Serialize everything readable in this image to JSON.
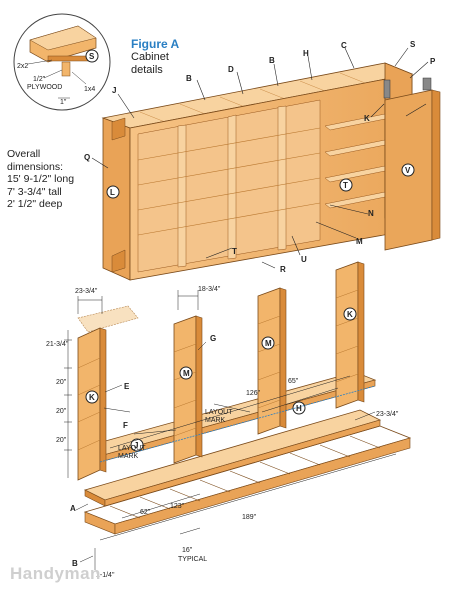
{
  "figure": {
    "title": "Figure A",
    "subtitle_line1": "Cabinet",
    "subtitle_line2": "details"
  },
  "overall": {
    "line1": "Overall",
    "line2": "dimensions:",
    "line3": "15' 9-1/2\" long",
    "line4": "7' 3-3/4\" tall",
    "line5": "2' 1/2\" deep"
  },
  "inset": {
    "label_2x2": "2x2",
    "label_plywood_a": "1/2\"",
    "label_plywood_b": "PLYWOOD",
    "label_1x4": "1x4",
    "label_1in": "1\"",
    "part": "S"
  },
  "parts": {
    "a": "A",
    "b": "B",
    "c": "C",
    "d": "D",
    "e": "E",
    "f": "F",
    "g": "G",
    "h": "H",
    "j": "J",
    "k": "K",
    "l": "L",
    "m": "M",
    "n": "N",
    "p": "P",
    "q": "Q",
    "r": "R",
    "s": "S",
    "t": "T",
    "u": "U",
    "v": "V"
  },
  "dims": {
    "d23_34_top": "23-3/4\"",
    "d18_34": "18-3/4\"",
    "d21_34": "21-3/4\"",
    "d20_a": "20\"",
    "d20_b": "20\"",
    "d20_c": "20\"",
    "d126": "126\"",
    "d65": "65\"",
    "d23_34_right": "23-3/4\"",
    "d189": "189\"",
    "d62": "62\"",
    "d123": "123\"",
    "d16": "16\"",
    "typical": "TYPICAL",
    "d1_14": "1-1/4\"",
    "layout_mark_1a": "LAYOUT",
    "layout_mark_1b": "MARK",
    "layout_mark_2a": "LAYOUT",
    "layout_mark_2b": "MARK"
  },
  "brand": {
    "name": "Handyman"
  },
  "colors": {
    "wood": "#f2b56b",
    "wood_dark": "#d98b3a",
    "wood_light": "#f8d3a0",
    "accent": "#2a7fc3"
  }
}
